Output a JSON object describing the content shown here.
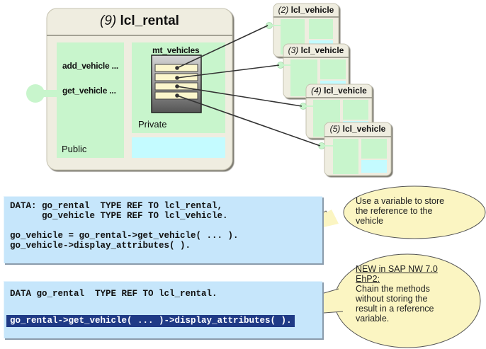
{
  "main_class": {
    "number": "(9)",
    "name": "lcl_rental",
    "public_methods": [
      "add_vehicle ...",
      "get_vehicle ..."
    ],
    "public_label": "Public",
    "private_attribute": "mt_vehicles",
    "private_label": "Private"
  },
  "vehicle_instances": [
    {
      "number": "(2)",
      "name": "lcl_vehicle"
    },
    {
      "number": "(3)",
      "name": "lcl_vehicle"
    },
    {
      "number": "(4)",
      "name": "lcl_vehicle"
    },
    {
      "number": "(5)",
      "name": "lcl_vehicle"
    }
  ],
  "code_block_1": {
    "lines": [
      "DATA: go_rental  TYPE REF TO lcl_rental,",
      "      go_vehicle TYPE REF TO lcl_vehicle.",
      "",
      "go_vehicle = go_rental->get_vehicle( ... ).",
      "go_vehicle->display_attributes( )."
    ]
  },
  "code_block_2": {
    "lines": [
      "DATA go_rental  TYPE REF TO lcl_rental.",
      "",
      "go_rental->get_vehicle( ... )->display_attributes( )."
    ],
    "highlighted_line_index": 2
  },
  "callout_1": {
    "text_lines": [
      "Use a variable to store",
      "the reference to the",
      "vehicle"
    ]
  },
  "callout_2": {
    "heading_lines": [
      "NEW in SAP NW 7.0",
      "EhP2:"
    ],
    "text_lines": [
      "Chain the methods",
      "without storing the",
      "result in a reference",
      "variable."
    ]
  },
  "colors": {
    "class_frame": "#efede0",
    "class_border": "#8c8a7c",
    "section_green": "#c8f5cc",
    "section_cyan": "#c4fbff",
    "table_row": "#fbf6cc",
    "code_bg": "#c6e6fb",
    "highlight_bg": "#1f3a86",
    "callout_bg": "#fbf5c2"
  }
}
